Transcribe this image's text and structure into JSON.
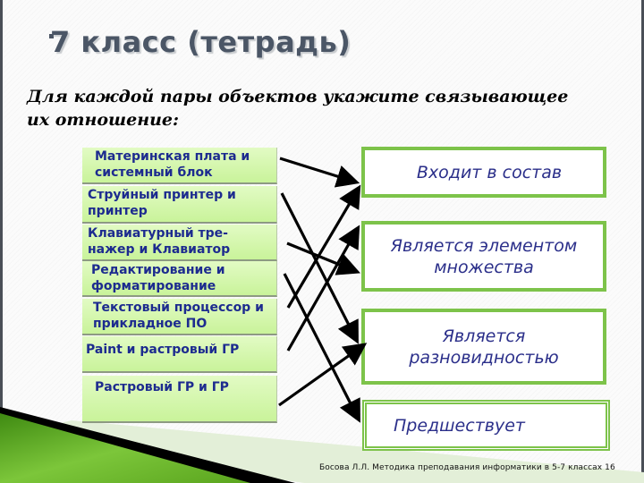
{
  "slide": {
    "title": "7 класс (тетрадь)",
    "subtitle": "Для каждой пары объектов укажите связывающее их отношение:",
    "footer": "Босова Л.Л. Методика преподавания информатики в 5-7 классах  16"
  },
  "colors": {
    "left_box_fill_top": "#e2fbc4",
    "left_box_fill_bottom": "#c9f39a",
    "left_box_text": "#1d2b8f",
    "right_box_border": "#7dc34a",
    "right_box_text": "#2b2f8a",
    "title_text": "#4b5666",
    "wedge_green": "#5aa51e"
  },
  "object_pairs": [
    {
      "label": "Материнская плата и системный блок"
    },
    {
      "label": "Струйный принтер и принтер"
    },
    {
      "label": "Клавиатурный тре-нажер и Клавиатор"
    },
    {
      "label": "Редактирование и форматирование"
    },
    {
      "label": "Текстовый процессор и прикладное ПО"
    },
    {
      "label": "Paint и растровый ГР"
    },
    {
      "label": "Растровый ГР и ГР"
    }
  ],
  "relations": [
    {
      "label": "Входит в состав"
    },
    {
      "label": "Является элементом множества"
    },
    {
      "label": "Является разновидностью"
    },
    {
      "label": "Предшествует"
    }
  ],
  "connections": [
    {
      "from": 0,
      "to": 0
    },
    {
      "from": 1,
      "to": 2
    },
    {
      "from": 2,
      "to": 1
    },
    {
      "from": 3,
      "to": 3
    },
    {
      "from": 4,
      "to": 0
    },
    {
      "from": 5,
      "to": 1
    },
    {
      "from": 6,
      "to": 2
    }
  ]
}
